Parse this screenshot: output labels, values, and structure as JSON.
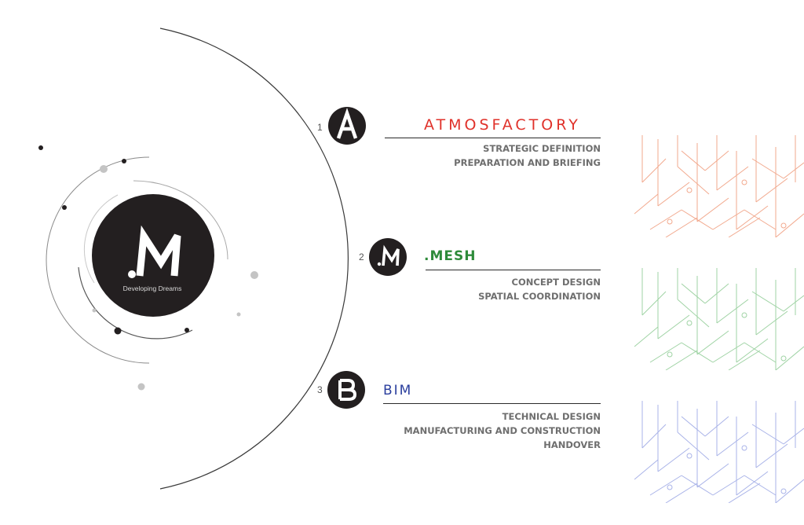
{
  "hub": {
    "logo_text": ".M",
    "tagline": "Developing Dreams"
  },
  "stages": [
    {
      "number": "1",
      "badge": "A",
      "brand": "ATMOSFACTORY",
      "brand_color": "#e0312a",
      "lines": [
        "STRATEGIC DEFINITION",
        "PREPARATION AND BRIEFING"
      ]
    },
    {
      "number": "2",
      "badge": ".M",
      "brand": ".MESH",
      "brand_color": "#2e8b3a",
      "lines": [
        "CONCEPT DESIGN",
        "SPATIAL COORDINATION"
      ]
    },
    {
      "number": "3",
      "badge": "B",
      "brand": "BIM",
      "brand_color": "#2b3f9e",
      "lines": [
        "TECHNICAL DESIGN",
        "MANUFACTURING AND CONSTRUCTION",
        "HANDOVER"
      ]
    }
  ],
  "swatch_colors": [
    "#f2a98e",
    "#9fd3a4",
    "#a9b3e8"
  ],
  "palette": {
    "dark": "#231f20",
    "text_grey": "#6e6e6e",
    "orbit_grey": "#bdbdbd"
  }
}
